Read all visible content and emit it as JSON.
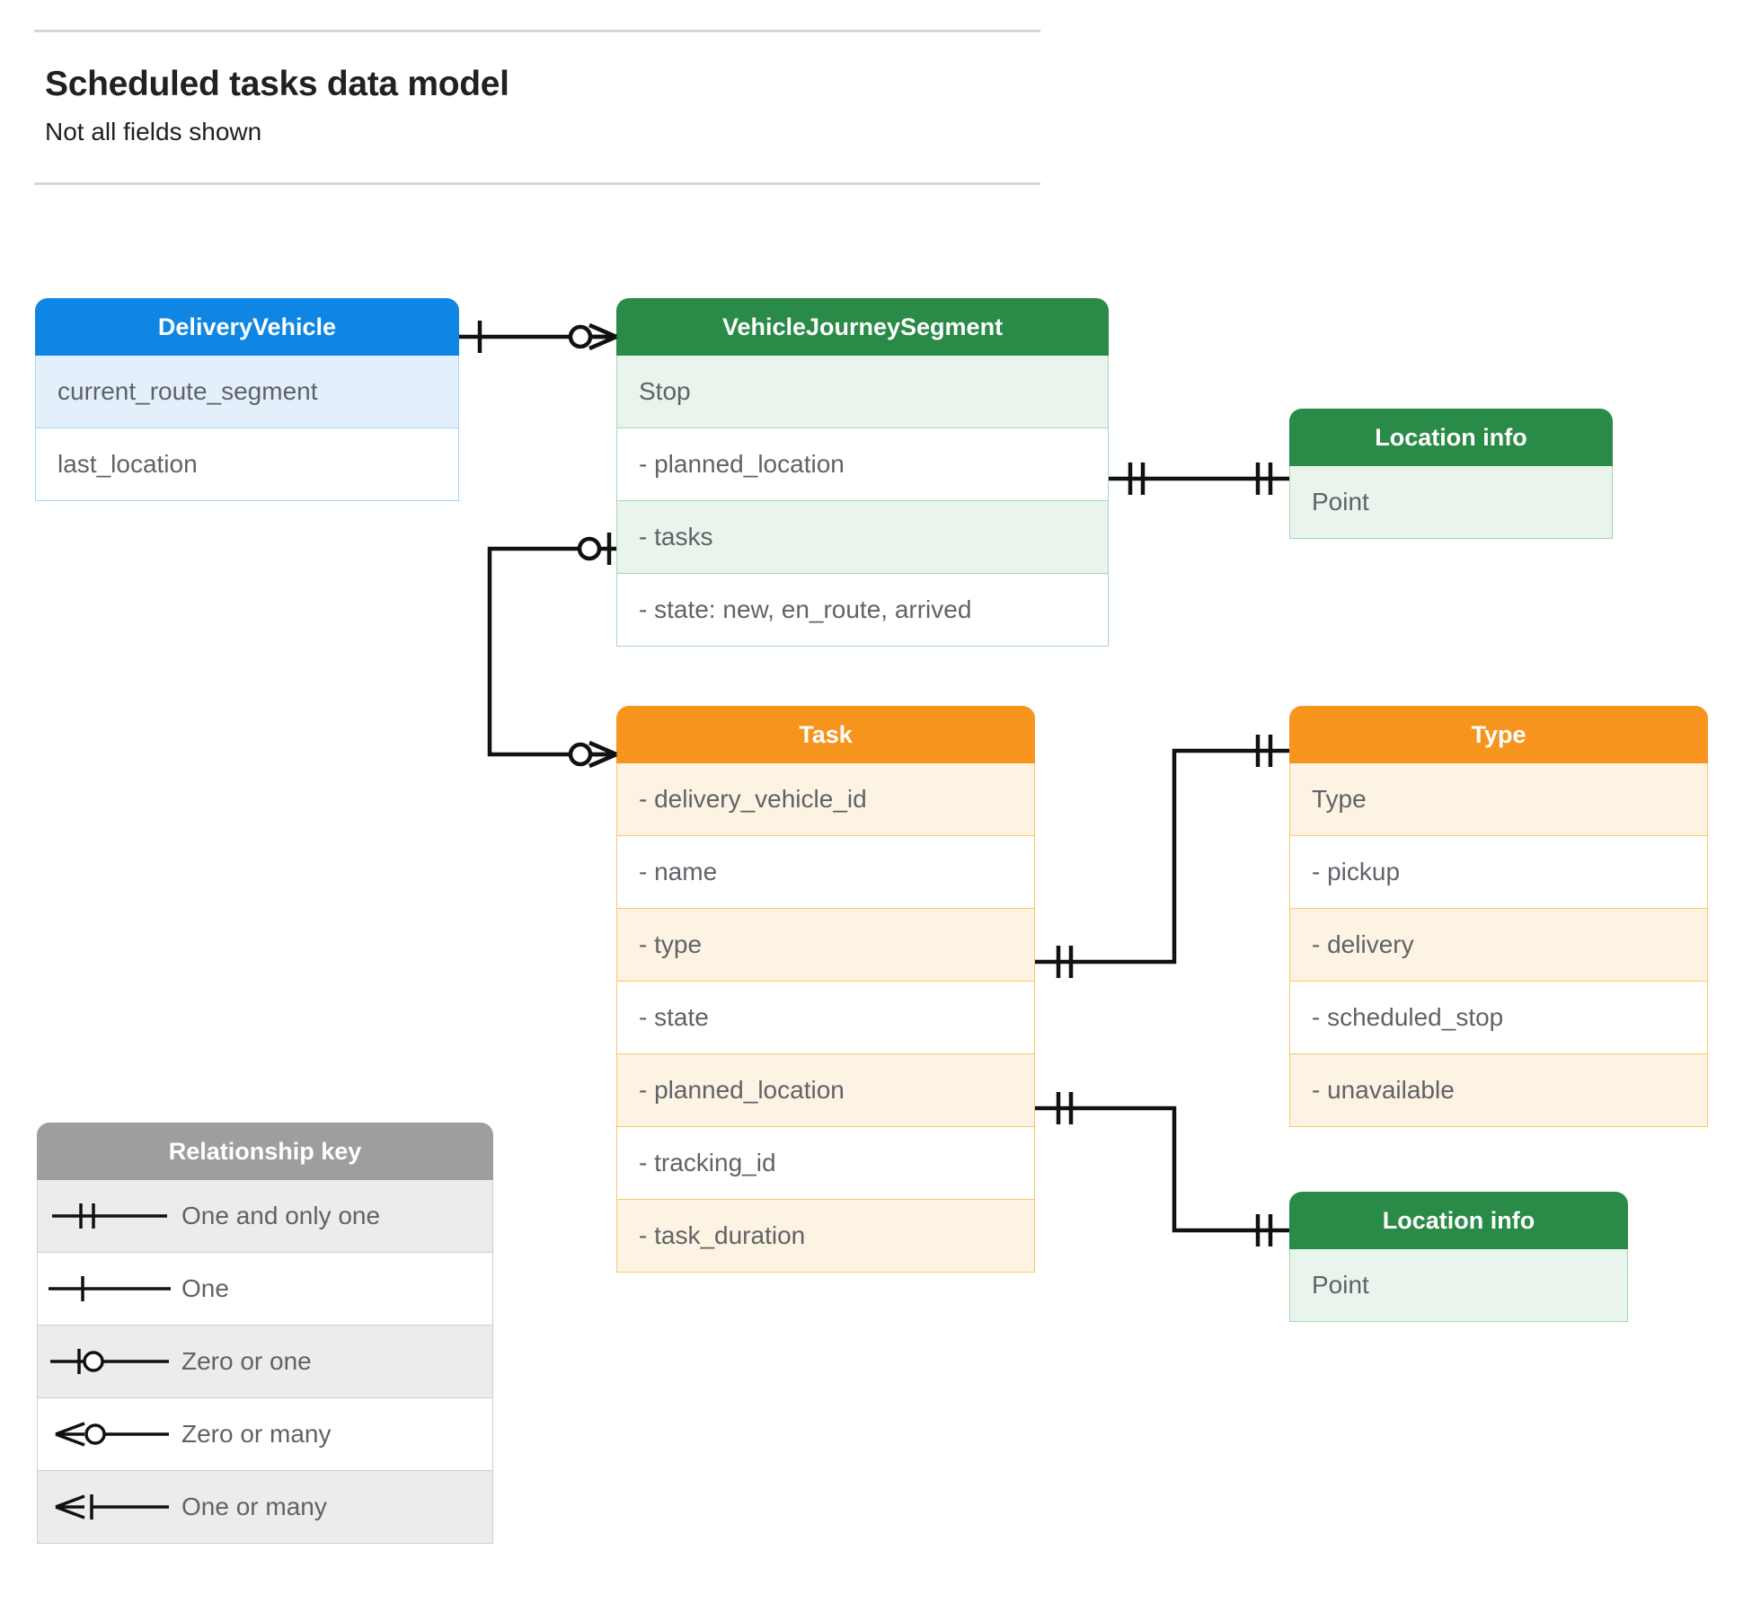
{
  "header": {
    "title": "Scheduled tasks data model",
    "subtitle": "Not all fields shown"
  },
  "colors": {
    "blue_header": "#0f86e3",
    "blue_row": "#e3f0fc",
    "green_header": "#2a8a47",
    "green_row": "#e8f4ec",
    "orange_header": "#f7941e",
    "orange_row": "#fdf3e2",
    "gray_header": "#9e9e9e",
    "gray_row": "#ececec",
    "line": "#111111",
    "text": "#5f6368"
  },
  "entities": {
    "delivery_vehicle": {
      "title": "DeliveryVehicle",
      "rows": [
        "current_route_segment",
        "last_location"
      ]
    },
    "vehicle_journey_segment": {
      "title": "VehicleJourneySegment",
      "rows": [
        "Stop",
        "-  planned_location",
        "- tasks",
        "- state: new, en_route, arrived"
      ]
    },
    "location_info_top": {
      "title": "Location info",
      "rows": [
        "Point"
      ]
    },
    "task": {
      "title": "Task",
      "rows": [
        "- delivery_vehicle_id",
        "- name",
        "- type",
        "- state",
        "- planned_location",
        "- tracking_id",
        "- task_duration"
      ]
    },
    "type": {
      "title": "Type",
      "rows": [
        "Type",
        "-  pickup",
        "-  delivery",
        "-  scheduled_stop",
        "-  unavailable"
      ]
    },
    "location_info_bottom": {
      "title": "Location info",
      "rows": [
        "Point"
      ]
    }
  },
  "legend": {
    "title": "Relationship key",
    "items": [
      {
        "symbol": "one-and-only-one",
        "label": "One and only one"
      },
      {
        "symbol": "one",
        "label": "One"
      },
      {
        "symbol": "zero-or-one",
        "label": "Zero or one"
      },
      {
        "symbol": "zero-or-many",
        "label": "Zero or many"
      },
      {
        "symbol": "one-or-many",
        "label": "One or many"
      }
    ]
  },
  "relationships": [
    {
      "from": "DeliveryVehicle",
      "to": "VehicleJourneySegment",
      "from_cardinality": "One",
      "to_cardinality": "Zero or many"
    },
    {
      "from": "VehicleJourneySegment.- planned_location",
      "to": "Location info",
      "from_cardinality": "One and only one",
      "to_cardinality": "One and only one"
    },
    {
      "from": "VehicleJourneySegment.- tasks",
      "to": "Task",
      "from_cardinality": "Zero or one",
      "to_cardinality": "Zero or many"
    },
    {
      "from": "Task.- type",
      "to": "Type",
      "from_cardinality": "One and only one",
      "to_cardinality": "One and only one"
    },
    {
      "from": "Task.- planned_location",
      "to": "Location info",
      "from_cardinality": "One and only one",
      "to_cardinality": "One and only one"
    }
  ]
}
